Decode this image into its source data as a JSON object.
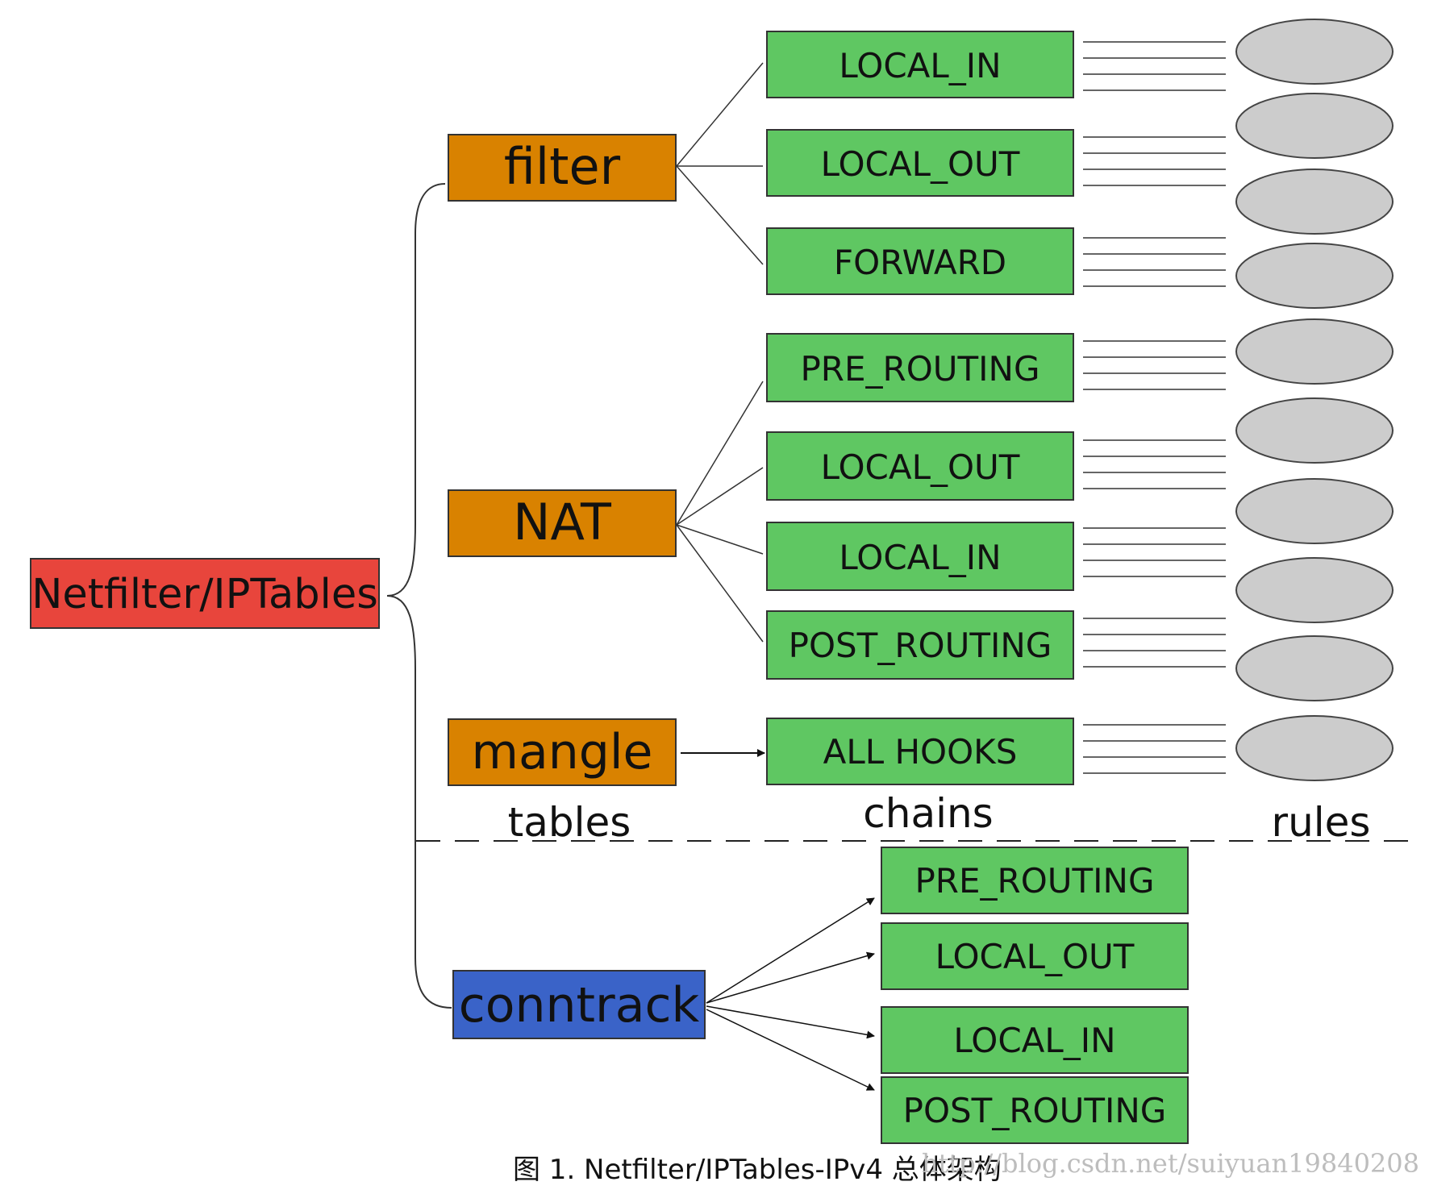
{
  "colors": {
    "root_fill": "#e8453c",
    "table_fill": "#d98200",
    "conntrack_fill": "#3a63c8",
    "chain_fill": "#5fc762",
    "rule_fill": "#cccccc",
    "stroke": "#333333"
  },
  "root": {
    "label": "Netfilter/IPTables"
  },
  "tables": [
    {
      "id": "filter",
      "label": "filter",
      "chains": [
        "LOCAL_IN",
        "LOCAL_OUT",
        "FORWARD"
      ]
    },
    {
      "id": "nat",
      "label": "NAT",
      "chains": [
        "PRE_ROUTING",
        "LOCAL_OUT",
        "LOCAL_IN",
        "POST_ROUTING"
      ]
    },
    {
      "id": "mangle",
      "label": "mangle",
      "chains": [
        "ALL HOOKS"
      ]
    }
  ],
  "conntrack": {
    "label": "conntrack",
    "chains": [
      "PRE_ROUTING",
      "LOCAL_OUT",
      "LOCAL_IN",
      "POST_ROUTING"
    ]
  },
  "column_labels": {
    "tables": "tables",
    "chains": "chains",
    "rules": "rules"
  },
  "caption": "图 1. Netfilter/IPTables-IPv4 总体架构",
  "watermark": "http://blog.csdn.net/suiyuan19840208"
}
